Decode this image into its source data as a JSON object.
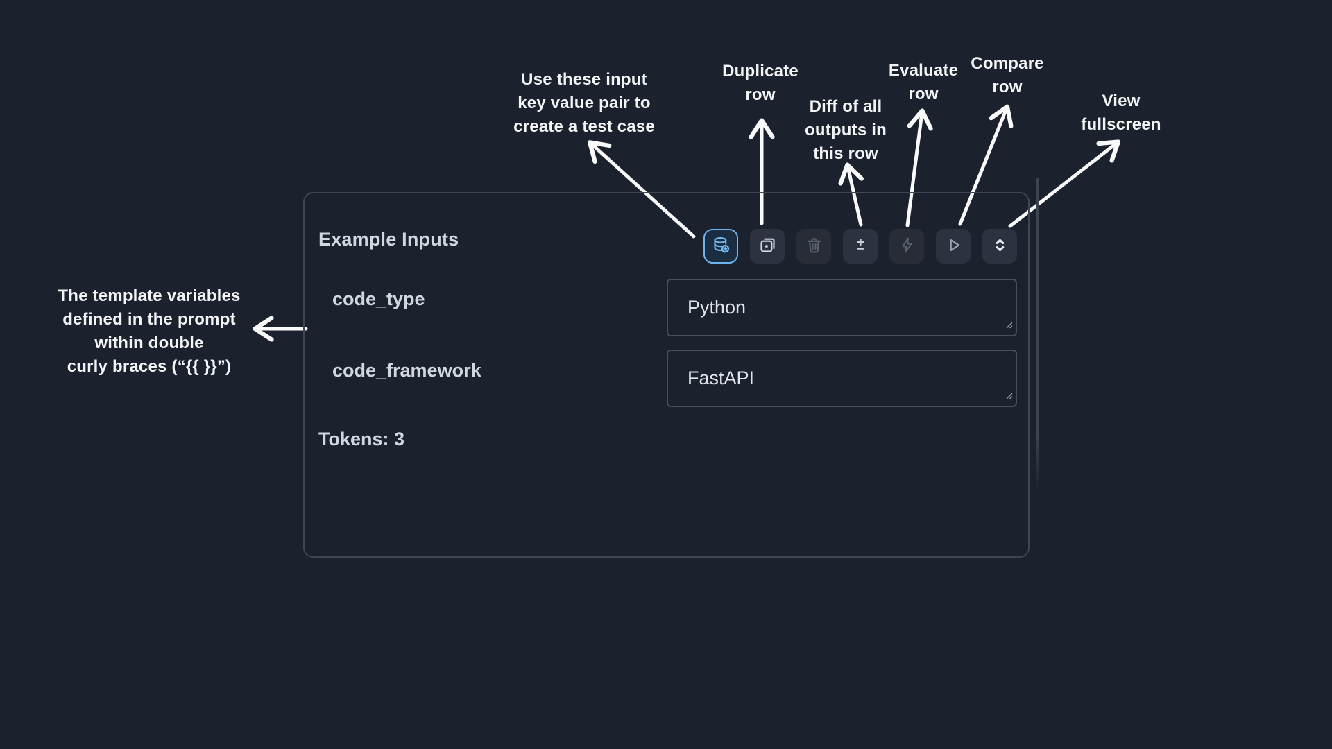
{
  "page": {
    "background_color": "#1b212d",
    "arrow_color": "#fafafa",
    "accent_color": "#6fb3ee"
  },
  "panel": {
    "title": "Example Inputs",
    "rows": [
      {
        "label": "code_type",
        "value": "Python"
      },
      {
        "label": "code_framework",
        "value": "FastAPI"
      }
    ],
    "tokens_label": "Tokens: 3"
  },
  "toolbar": {
    "buttons": [
      {
        "name": "add-test-case",
        "icon": "database-add-icon",
        "state": "active"
      },
      {
        "name": "duplicate-row",
        "icon": "duplicate-icon",
        "state": "enabled"
      },
      {
        "name": "delete-row",
        "icon": "trash-icon",
        "state": "disabled"
      },
      {
        "name": "diff-outputs",
        "icon": "plus-minus-icon",
        "state": "enabled"
      },
      {
        "name": "evaluate-row",
        "icon": "lightning-icon",
        "state": "disabled"
      },
      {
        "name": "run-row",
        "icon": "play-icon",
        "state": "enabled"
      },
      {
        "name": "view-fullscreen",
        "icon": "expand-icon",
        "state": "enabled"
      }
    ]
  },
  "annotations": {
    "template_variables": "The template variables\ndefined in the prompt\nwithin double\ncurly braces (“{{ }}”)",
    "use_input": "Use these input\nkey value pair to\ncreate a test case",
    "duplicate_row": "Duplicate\nrow",
    "diff_outputs": "Diff  of all\noutputs in\nthis row",
    "evaluate_row": "Evaluate\nrow",
    "compare_row": "Compare\nrow",
    "view_fullscreen": "View\nfullscreen"
  }
}
